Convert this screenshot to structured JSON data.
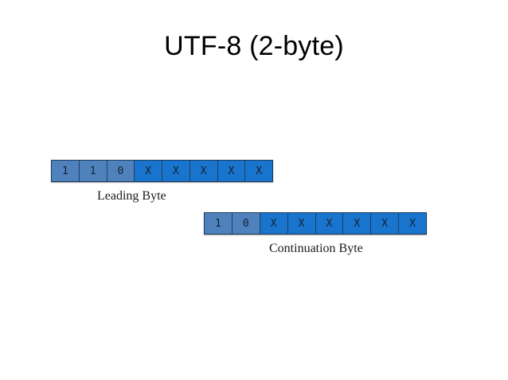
{
  "slide": {
    "title": "UTF-8 (2-byte)",
    "background_color": "#ffffff"
  },
  "colors": {
    "fixed_bit_fill": "#4f81bd",
    "payload_bit_fill": "#1874cd",
    "bar_border": "#1b3a5c",
    "text": "#000000"
  },
  "diagram": {
    "type": "bit-field",
    "bytes": [
      {
        "name": "leading-byte",
        "caption": "Leading Byte",
        "bit_count": 8,
        "bits": [
          {
            "label": "1",
            "kind": "fixed"
          },
          {
            "label": "1",
            "kind": "fixed"
          },
          {
            "label": "0",
            "kind": "fixed"
          },
          {
            "label": "X",
            "kind": "payload"
          },
          {
            "label": "X",
            "kind": "payload"
          },
          {
            "label": "X",
            "kind": "payload"
          },
          {
            "label": "X",
            "kind": "payload"
          },
          {
            "label": "X",
            "kind": "payload"
          }
        ]
      },
      {
        "name": "continuation-byte",
        "caption": "Continuation Byte",
        "bit_count": 8,
        "bits": [
          {
            "label": "1",
            "kind": "fixed"
          },
          {
            "label": "0",
            "kind": "fixed"
          },
          {
            "label": "X",
            "kind": "payload"
          },
          {
            "label": "X",
            "kind": "payload"
          },
          {
            "label": "X",
            "kind": "payload"
          },
          {
            "label": "X",
            "kind": "payload"
          },
          {
            "label": "X",
            "kind": "payload"
          },
          {
            "label": "X",
            "kind": "payload"
          }
        ]
      }
    ]
  }
}
